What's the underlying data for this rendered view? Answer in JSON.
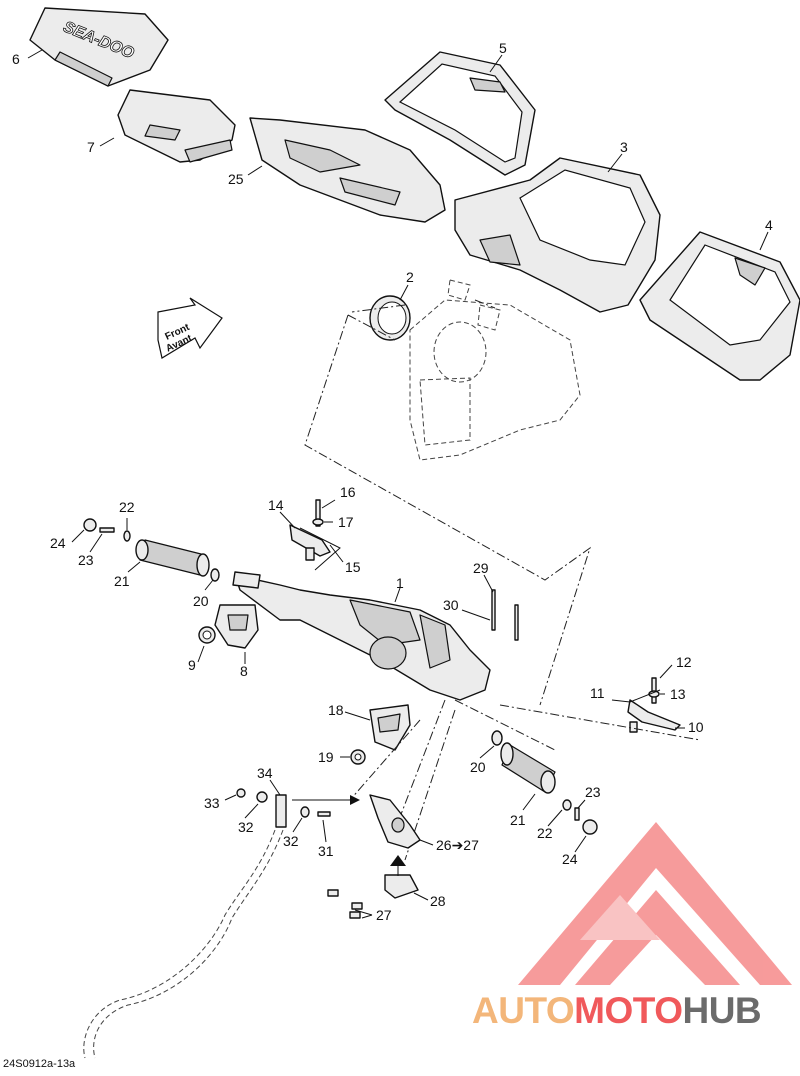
{
  "diagram": {
    "code": "24S0912a-13a",
    "front_label": "Front",
    "front_label_fr": "Avant",
    "logo_text": "SEA-DOO",
    "brand": {
      "part1": "AUTO",
      "part2": "MOTO",
      "part3": "HUB"
    },
    "colors": {
      "brand_light": "#f3b67a",
      "brand_red": "#f0595b",
      "brand_gray": "#6b6b6b",
      "line": "#111111"
    },
    "callouts": [
      "1",
      "2",
      "3",
      "4",
      "5",
      "6",
      "7",
      "8",
      "9",
      "10",
      "11",
      "12",
      "13",
      "14",
      "15",
      "16",
      "17",
      "18",
      "19",
      "20",
      "20",
      "21",
      "21",
      "22",
      "22",
      "23",
      "23",
      "24",
      "24",
      "25",
      "26➔27",
      "27",
      "28",
      "29",
      "30",
      "31",
      "32",
      "32",
      "33",
      "34"
    ]
  }
}
